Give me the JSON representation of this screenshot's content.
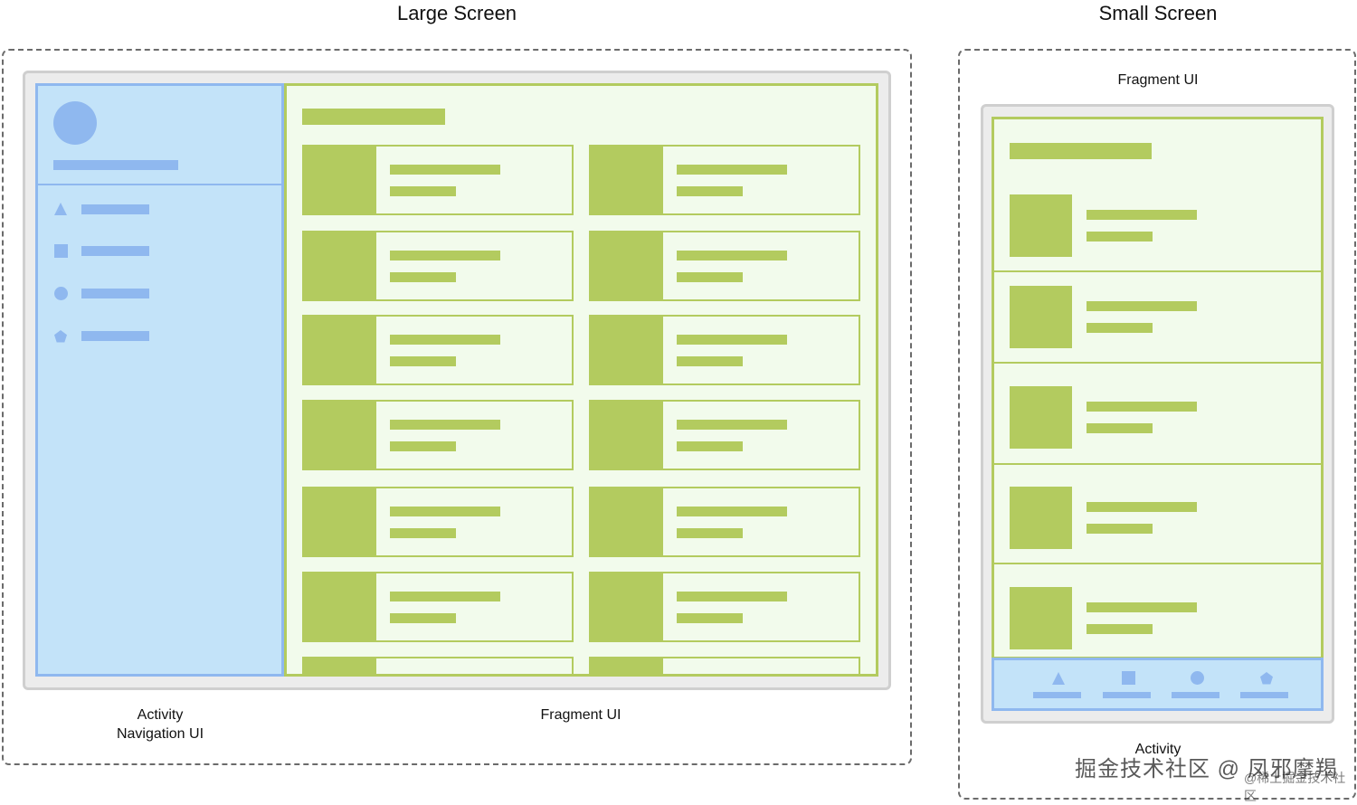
{
  "large_screen": {
    "title": "Large Screen",
    "caption_activity": [
      "Activity",
      "Navigation UI"
    ],
    "caption_fragment": "Fragment UI",
    "nav_icons": [
      "triangle-icon",
      "square-icon",
      "circle-icon",
      "pentagon-icon"
    ]
  },
  "small_screen": {
    "title": "Small Screen",
    "caption_fragment": "Fragment UI",
    "caption_activity": "Activity",
    "bottom_nav_icons": [
      "triangle-icon",
      "square-icon",
      "circle-icon",
      "pentagon-icon"
    ]
  },
  "watermark": {
    "text": "掘金技术社区 @ 凤邪摩羯",
    "sub": "@稀土掘金技术社区"
  },
  "colors": {
    "nav_fill": "#c3e3f9",
    "nav_accent": "#8fb8ef",
    "content_fill": "#f2fbec",
    "content_accent": "#b3cb5f",
    "device_fill": "#ececec",
    "device_border": "#cfcfcf",
    "dashed_border": "#6b6b6b"
  }
}
